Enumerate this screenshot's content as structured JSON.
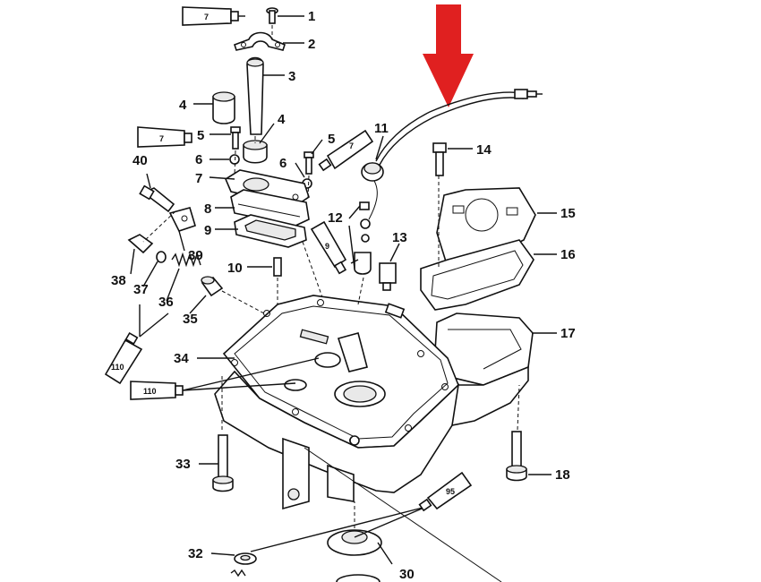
{
  "callouts": [
    {
      "id": "c1",
      "text": "1"
    },
    {
      "id": "c2",
      "text": "2"
    },
    {
      "id": "c3",
      "text": "3"
    },
    {
      "id": "c4a",
      "text": "4"
    },
    {
      "id": "c4b",
      "text": "4"
    },
    {
      "id": "c5a",
      "text": "5"
    },
    {
      "id": "c5b",
      "text": "5"
    },
    {
      "id": "c6a",
      "text": "6"
    },
    {
      "id": "c6b",
      "text": "6"
    },
    {
      "id": "c7",
      "text": "7"
    },
    {
      "id": "c8",
      "text": "8"
    },
    {
      "id": "c9",
      "text": "9"
    },
    {
      "id": "c10",
      "text": "10"
    },
    {
      "id": "c11",
      "text": "11"
    },
    {
      "id": "c12",
      "text": "12"
    },
    {
      "id": "c13",
      "text": "13"
    },
    {
      "id": "c14",
      "text": "14"
    },
    {
      "id": "c15",
      "text": "15"
    },
    {
      "id": "c16",
      "text": "16"
    },
    {
      "id": "c17",
      "text": "17"
    },
    {
      "id": "c18",
      "text": "18"
    },
    {
      "id": "c30",
      "text": "30"
    },
    {
      "id": "c32",
      "text": "32"
    },
    {
      "id": "c33",
      "text": "33"
    },
    {
      "id": "c34",
      "text": "34"
    },
    {
      "id": "c35",
      "text": "35"
    },
    {
      "id": "c36",
      "text": "36"
    },
    {
      "id": "c37",
      "text": "37"
    },
    {
      "id": "c38",
      "text": "38"
    },
    {
      "id": "c39",
      "text": "39"
    },
    {
      "id": "c40",
      "text": "40"
    }
  ],
  "tubes": [
    {
      "id": "t7a",
      "text": "7"
    },
    {
      "id": "t7b",
      "text": "7"
    },
    {
      "id": "t7c",
      "text": "7"
    },
    {
      "id": "t9",
      "text": "9"
    },
    {
      "id": "t110a",
      "text": "110"
    },
    {
      "id": "t110b",
      "text": "110"
    },
    {
      "id": "t95",
      "text": "95"
    }
  ],
  "colors": {
    "arrow": "#e02020",
    "ink": "#111111"
  }
}
